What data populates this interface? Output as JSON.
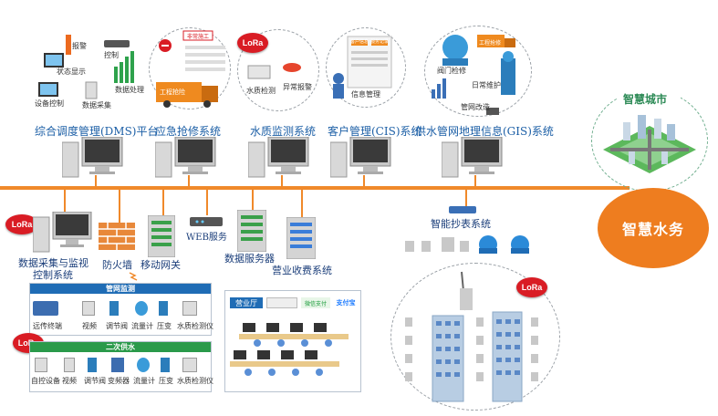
{
  "top_systems": [
    {
      "label": "综合调度管理(DMS)平台"
    },
    {
      "label": "应急抢修系统"
    },
    {
      "label": "水质监测系统"
    },
    {
      "label": "客户管理(CIS)系统"
    },
    {
      "label": "供水管网地理信息(GIS)系统"
    }
  ],
  "dms_items": [
    "报警",
    "控制",
    "状态显示",
    "数据处理",
    "设备控制",
    "数据采集"
  ],
  "emergency_items": [
    "非常施工",
    "工程抢险"
  ],
  "water_quality_items": [
    "水质检测",
    "异常报警"
  ],
  "cis_items": [
    "客户信息",
    "服务记录",
    "信息管理"
  ],
  "gis_items": [
    "阀门检修",
    "工程抢修",
    "日常维护",
    "管网改造"
  ],
  "lora": "LoRa",
  "smart_city": "智慧城市",
  "smart_water": "智慧水务",
  "bottom_nodes": {
    "scada": "数据采集与监视\n控制系统",
    "firewall": "防火墙",
    "gateway": "移动网关",
    "web": "WEB服务",
    "db": "数据服务器",
    "billing": "营业收费系统",
    "meter": "智能抄表系统"
  },
  "pipe_panel": {
    "title": "管网监测",
    "items": [
      "远传终端",
      "视频",
      "调节阀",
      "流量计",
      "压变",
      "水质检测仪"
    ]
  },
  "secondary_panel": {
    "title": "二次供水",
    "items": [
      "自控设备",
      "视频",
      "调节阀",
      "变频器",
      "流量计",
      "压变",
      "水质检测仪"
    ]
  },
  "billing_panel": {
    "hall": "营业厅",
    "pay1": "微信支付",
    "pay2": "支付宝"
  },
  "colors": {
    "main_line": "#f0892a",
    "smart_water_bg": "#ee7d1f",
    "label_blue": "#1c5fa6",
    "lora_red": "#d91c24"
  }
}
